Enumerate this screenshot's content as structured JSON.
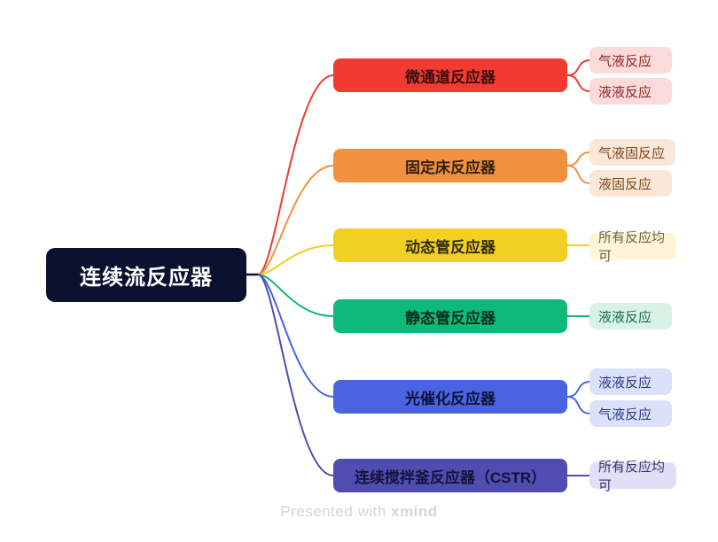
{
  "root": {
    "label": "连续流反应器",
    "bg": "#0D1130",
    "text_color": "#FFFFFF"
  },
  "branches": [
    {
      "label": "微通道反应器",
      "color": "#F13A30",
      "label_color": "#36100E",
      "child_bg": "#FBDADA",
      "child_text": "#8A2B24",
      "children": [
        {
          "label": "气液反应"
        },
        {
          "label": "液液反应"
        }
      ]
    },
    {
      "label": "固定床反应器",
      "color": "#F1913F",
      "label_color": "#33200C",
      "child_bg": "#FBE7D7",
      "child_text": "#76491F",
      "children": [
        {
          "label": "气液固反应"
        },
        {
          "label": "液固反应"
        }
      ]
    },
    {
      "label": "动态管反应器",
      "color": "#F2D023",
      "label_color": "#332B08",
      "child_bg": "#FCF5D6",
      "child_text": "#6A6244",
      "children": [
        {
          "label": "所有反应均可"
        }
      ]
    },
    {
      "label": "静态管反应器",
      "color": "#0EB97A",
      "label_color": "#08301F",
      "child_bg": "#D8F3E5",
      "child_text": "#206A4C",
      "children": [
        {
          "label": "液液反应"
        }
      ]
    },
    {
      "label": "光催化反应器",
      "color": "#4A63E0",
      "label_color": "#0D1239",
      "child_bg": "#DBE1F9",
      "child_text": "#2B3A7D",
      "children": [
        {
          "label": "液液反应"
        },
        {
          "label": "气液反应"
        }
      ]
    },
    {
      "label": "连续搅拌釜反应器（CSTR）",
      "color": "#4F4DAF",
      "label_color": "#15123B",
      "child_bg": "#E0DFF6",
      "child_text": "#373264",
      "children": [
        {
          "label": "所有反应均可"
        }
      ]
    }
  ],
  "watermark": {
    "prefix": "Presented with ",
    "brand": "xmind"
  }
}
